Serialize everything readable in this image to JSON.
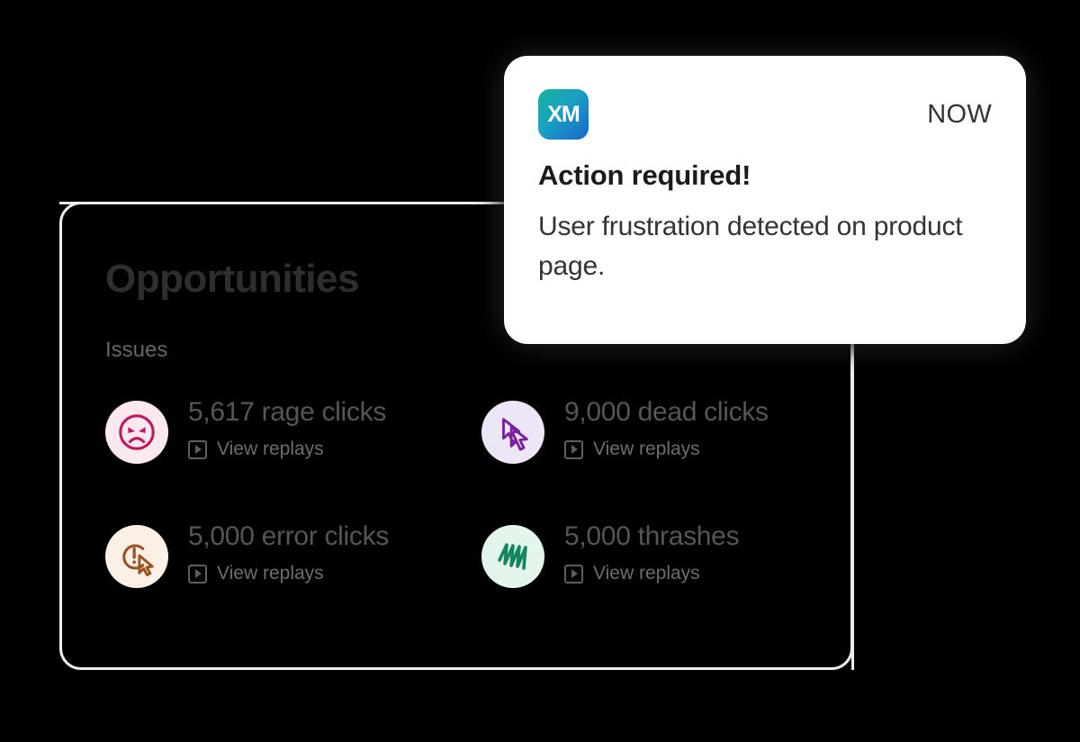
{
  "card": {
    "title": "Opportunities",
    "subtitle": "Issues",
    "issues": [
      {
        "count_label": "5,617 rage clicks",
        "link_label": "View replays",
        "icon": "rage-face-icon",
        "icon_bg": "#fbe9ef",
        "icon_color": "#c2185b"
      },
      {
        "count_label": "9,000 dead clicks",
        "link_label": "View replays",
        "icon": "dead-cursor-icon",
        "icon_bg": "#ece6f7",
        "icon_color": "#7b1fa2"
      },
      {
        "count_label": "5,000 error clicks",
        "link_label": "View replays",
        "icon": "error-cursor-icon",
        "icon_bg": "#faf0e6",
        "icon_color": "#9c5220"
      },
      {
        "count_label": "5,000 thrashes",
        "link_label": "View replays",
        "icon": "thrash-scribble-icon",
        "icon_bg": "#e4f5ec",
        "icon_color": "#15855f"
      }
    ]
  },
  "notification": {
    "app_icon_label": "XM",
    "time_label": "NOW",
    "title": "Action required!",
    "body": "User frustration detected on product page."
  },
  "colors": {
    "background": "#000000",
    "card_border": "#ededed",
    "connector": "#ededed",
    "title_text": "#2e2e2e",
    "subtitle_text": "#666666",
    "stat_text": "#565656",
    "link_text": "#6d6d6d",
    "notification_surface": "#ffffff",
    "notification_glow": "#1b1b1b"
  }
}
